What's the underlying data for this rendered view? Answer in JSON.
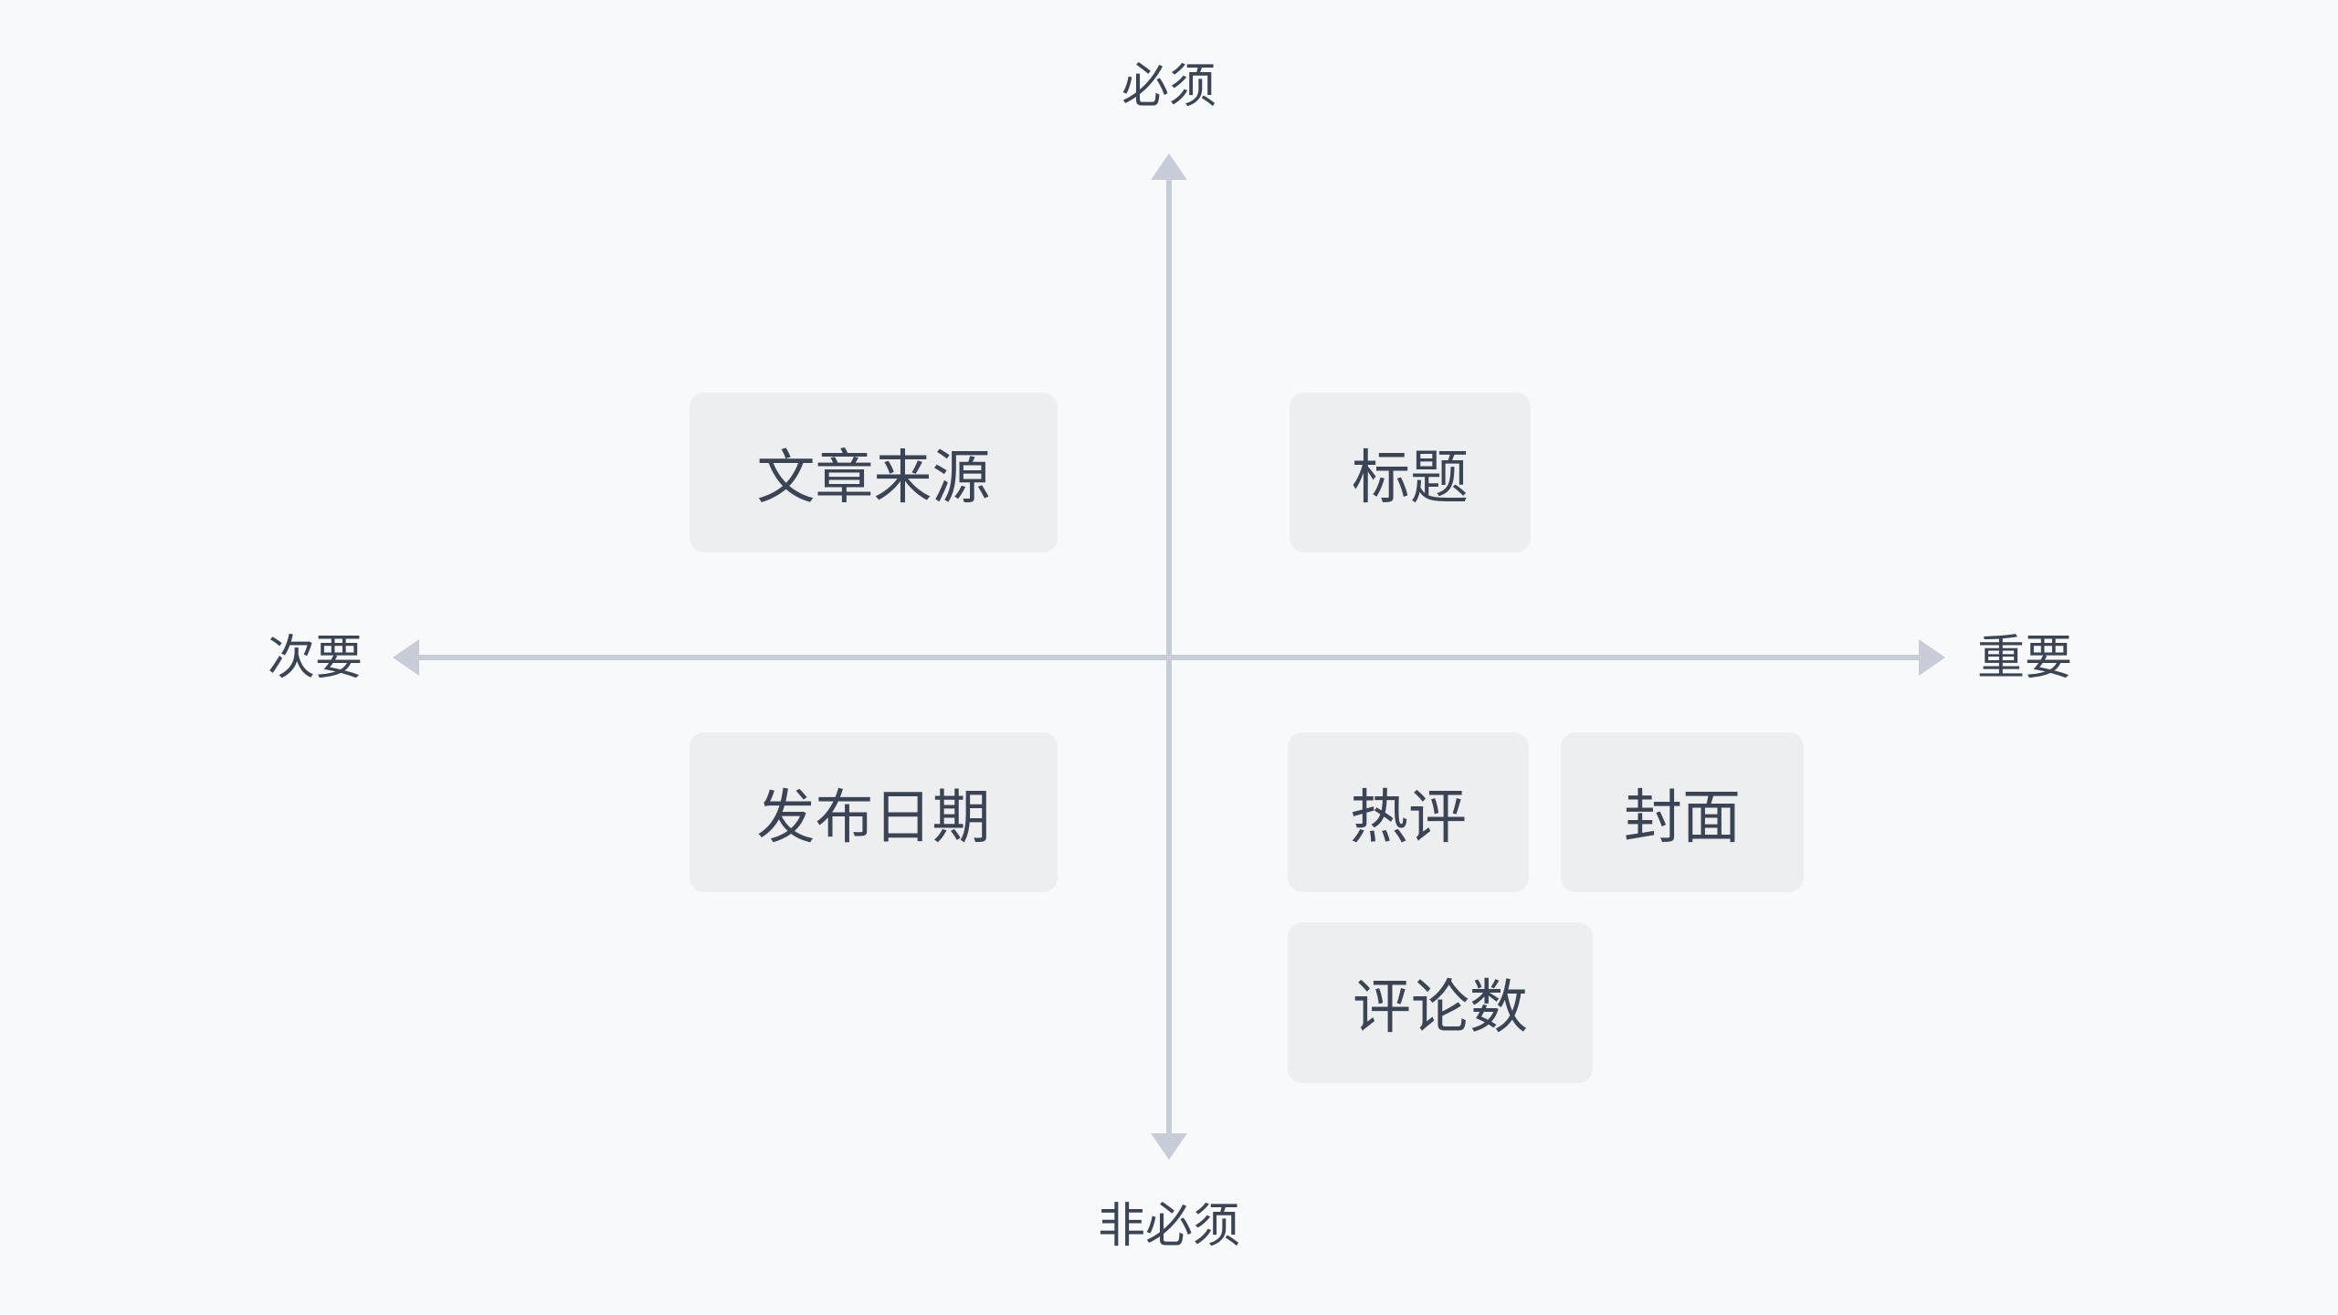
{
  "diagram": {
    "type": "priority-quadrant",
    "axes": {
      "top": "必须",
      "bottom": "非必须",
      "left": "次要",
      "right": "重要"
    },
    "quadrants": {
      "top_left": [
        "文章来源"
      ],
      "top_right": [
        "标题"
      ],
      "bottom_left": [
        "发布日期"
      ],
      "bottom_right": [
        "热评",
        "封面",
        "评论数"
      ]
    }
  },
  "colors": {
    "bg": "#f8f9fa",
    "box_bg": "#eceef0",
    "ink": "#3b4454",
    "axis": "#c7ccd8"
  }
}
